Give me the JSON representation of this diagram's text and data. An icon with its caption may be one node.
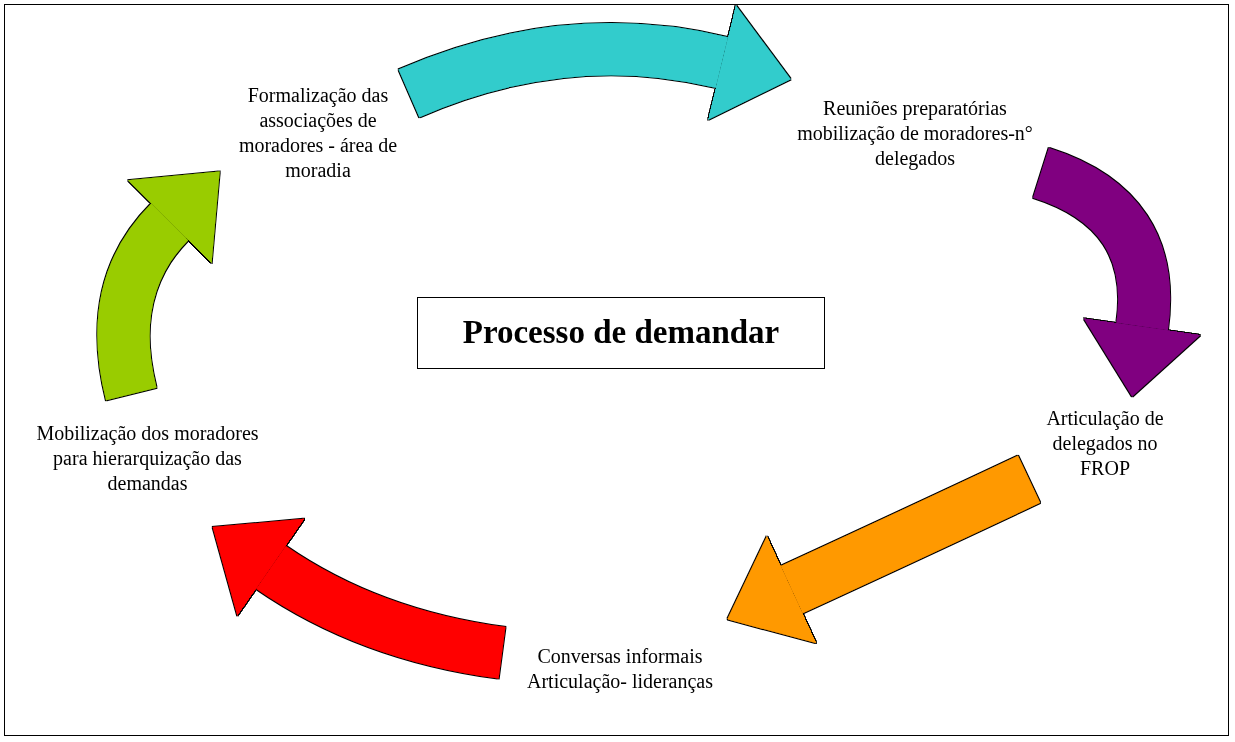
{
  "diagram": {
    "nodes": [
      {
        "text": [
          "Formalização das associações de moradores - área de moradia"
        ]
      },
      {
        "text": [
          "Reuniões preparatórias mobilização de moradores-n° delegados"
        ]
      },
      {
        "text": [
          "Articulação de delegados no FROP"
        ]
      },
      {
        "text": [
          "Conversas informais Articulação- lideranças"
        ]
      },
      {
        "text": [
          "Mobilização dos moradores para hierarquização das demandas"
        ]
      },
      {
        "text": [
          "Processo de demandar"
        ]
      }
    ],
    "edges": [
      {
        "from": 0,
        "to": 1,
        "arrow": "to",
        "color": "#33cccc"
      },
      {
        "from": 1,
        "to": 2,
        "arrow": "to",
        "color": "#800080"
      },
      {
        "from": 2,
        "to": 3,
        "arrow": "to",
        "color": "#ff9900"
      },
      {
        "from": 3,
        "to": 4,
        "arrow": "to",
        "color": "#ff0000"
      },
      {
        "from": 4,
        "to": 0,
        "arrow": "to",
        "color": "#99cc00"
      }
    ]
  }
}
